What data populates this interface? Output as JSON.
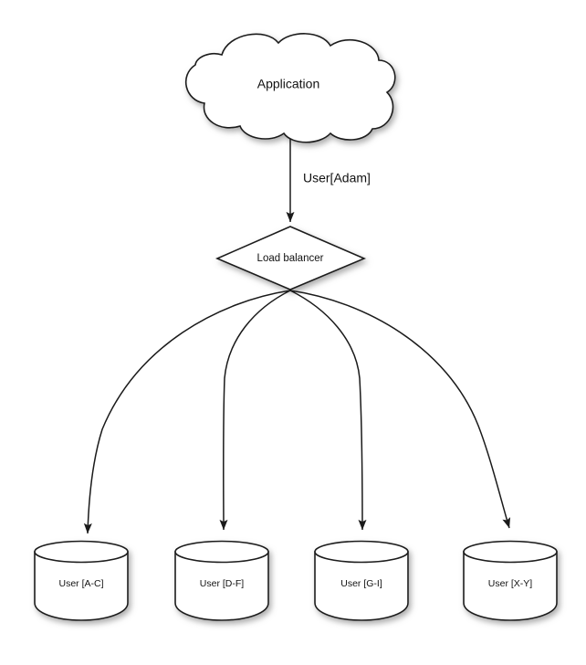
{
  "diagram": {
    "type": "architecture-flow",
    "background_color": "#ffffff",
    "stroke_color": "#1a1a1a",
    "fill_color": "#ffffff",
    "text_color": "#111111",
    "nodes": {
      "application": {
        "label": "Application",
        "shape": "cloud"
      },
      "load_balancer": {
        "label": "Load balancer",
        "shape": "diamond"
      },
      "databases": [
        {
          "label": "User [A-C]",
          "shape": "cylinder"
        },
        {
          "label": "User [D-F]",
          "shape": "cylinder"
        },
        {
          "label": "User [G-I]",
          "shape": "cylinder"
        },
        {
          "label": "User [X-Y]",
          "shape": "cylinder"
        }
      ]
    },
    "edges": [
      {
        "from": "application",
        "to": "load_balancer",
        "label": "User[Adam]",
        "arrow": true
      },
      {
        "from": "load_balancer",
        "to": "User [A-C]",
        "label": "",
        "arrow": true
      },
      {
        "from": "load_balancer",
        "to": "User [D-F]",
        "label": "",
        "arrow": true
      },
      {
        "from": "load_balancer",
        "to": "User [G-I]",
        "label": "",
        "arrow": true
      },
      {
        "from": "load_balancer",
        "to": "User [X-Y]",
        "label": "",
        "arrow": true
      }
    ]
  }
}
